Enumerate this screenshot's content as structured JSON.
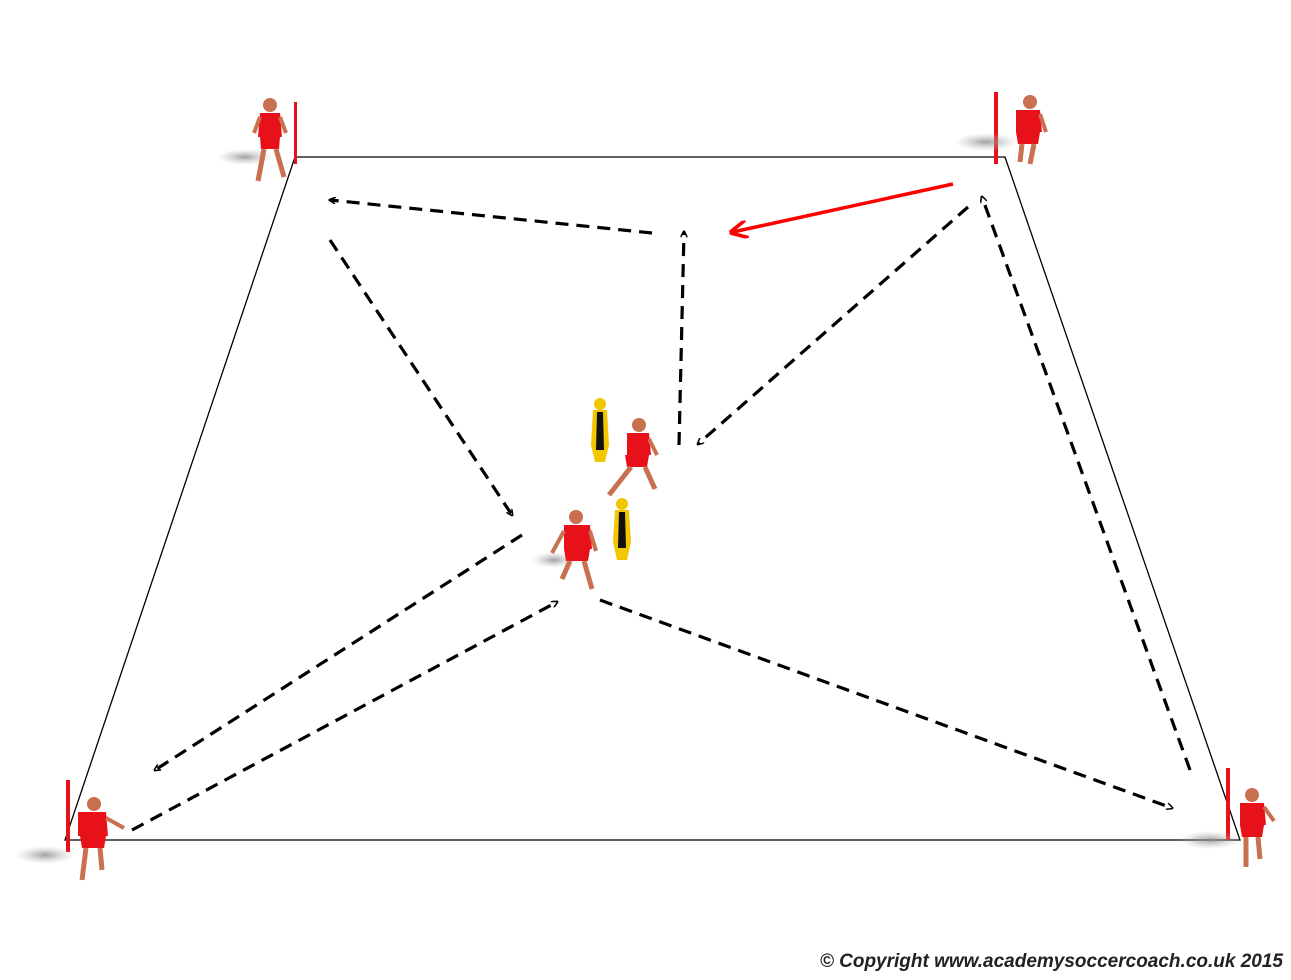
{
  "diagram": {
    "copyright": "© Copyright www.academysoccercoach.co.uk 2015",
    "colors": {
      "pitch_line": "#000000",
      "movement_arrow": "#000000",
      "pass_arrow": "#ff0000",
      "kit": "#e8111a",
      "pole": "#e8111a",
      "mannequin": "#f2c700",
      "shadow": "#999999"
    },
    "markers": [
      "corner-pole-top-left",
      "corner-pole-top-right",
      "corner-pole-bottom-left",
      "corner-pole-bottom-right"
    ],
    "mannequins": [
      "mannequin-upper",
      "mannequin-lower"
    ],
    "players": [
      "player-top-left",
      "player-top-right",
      "player-bottom-left",
      "player-bottom-right",
      "player-center-upper",
      "player-center-lower"
    ]
  }
}
